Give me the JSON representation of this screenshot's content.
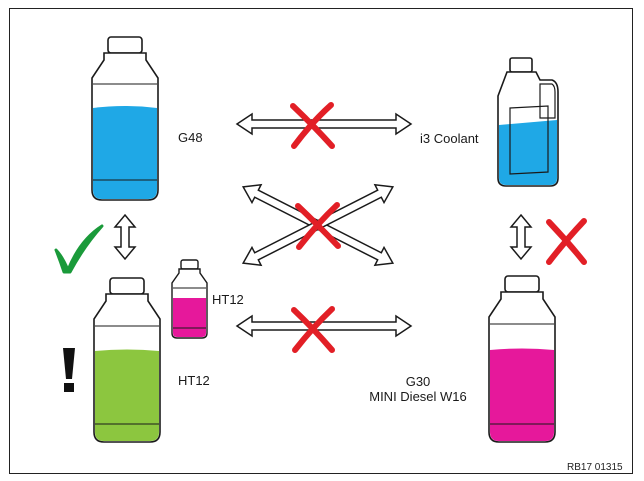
{
  "labels": {
    "g48": "G48",
    "i3": "i3 Coolant",
    "ht12_small": "HT12",
    "ht12_big": "HT12",
    "g30": "G30",
    "mini": "MINI Diesel W16",
    "ref": "RB17 01315"
  },
  "colors": {
    "blue": "#1fa8e6",
    "green": "#8cc63f",
    "magenta": "#e6189b",
    "red_cross": "#e21f26",
    "green_check": "#1a9a3a",
    "outline": "#1a1a1a"
  },
  "symbols": {
    "warning": "!"
  },
  "compatibility": [
    {
      "from": "G48",
      "to": "i3 Coolant",
      "compatible": false
    },
    {
      "from": "G48",
      "to": "HT12",
      "compatible": true
    },
    {
      "from": "HT12",
      "to": "G30 / MINI Diesel W16",
      "compatible": false
    },
    {
      "from": "G48",
      "to": "G30 / MINI Diesel W16",
      "compatible": false
    },
    {
      "from": "i3 Coolant",
      "to": "HT12",
      "compatible": false
    },
    {
      "from": "i3 Coolant",
      "to": "G30 / MINI Diesel W16",
      "compatible": false
    }
  ]
}
